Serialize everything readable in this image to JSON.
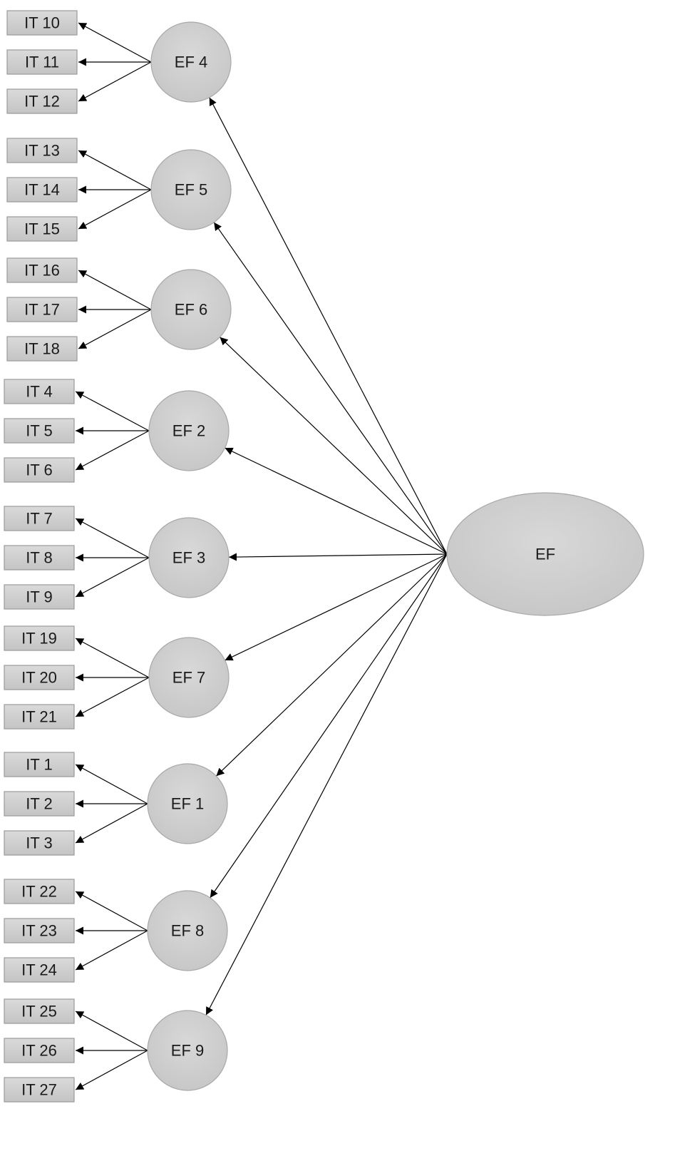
{
  "general_factor": {
    "label": "EF"
  },
  "factors": [
    {
      "label": "EF 4",
      "items": [
        "IT 10",
        "IT 11",
        "IT 12"
      ]
    },
    {
      "label": "EF 5",
      "items": [
        "IT 13",
        "IT 14",
        "IT 15"
      ]
    },
    {
      "label": "EF 6",
      "items": [
        "IT 16",
        "IT 17",
        "IT 18"
      ]
    },
    {
      "label": "EF 2",
      "items": [
        "IT 4",
        "IT 5",
        "IT 6"
      ]
    },
    {
      "label": "EF 3",
      "items": [
        "IT 7",
        "IT 8",
        "IT 9"
      ]
    },
    {
      "label": "EF 7",
      "items": [
        "IT 19",
        "IT 20",
        "IT 21"
      ]
    },
    {
      "label": "EF 1",
      "items": [
        "IT 1",
        "IT 2",
        "IT 3"
      ]
    },
    {
      "label": "EF 8",
      "items": [
        "IT 22",
        "IT 23",
        "IT 24"
      ]
    },
    {
      "label": "EF 9",
      "items": [
        "IT 25",
        "IT 26",
        "IT 27"
      ]
    }
  ]
}
